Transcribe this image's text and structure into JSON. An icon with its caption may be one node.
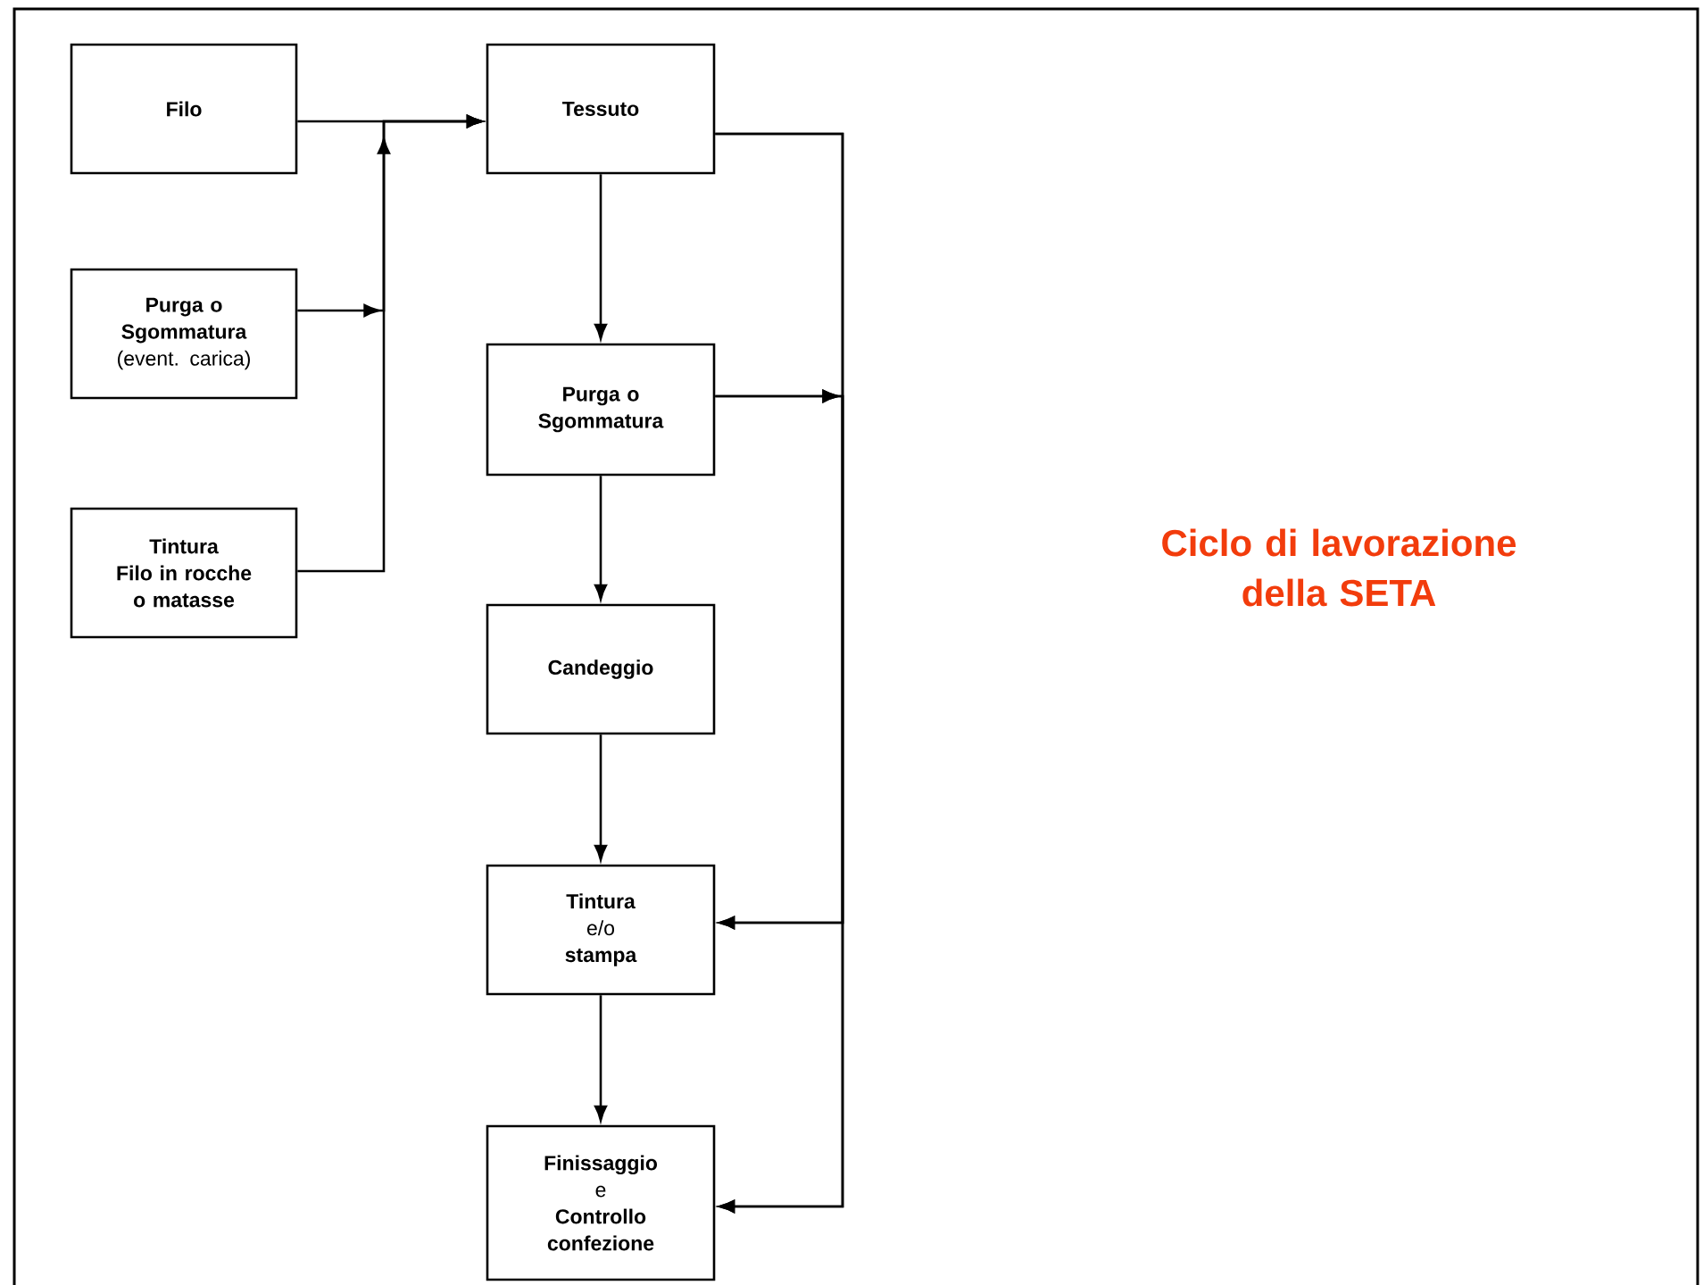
{
  "diagram": {
    "title": "Ciclo di lavorazione della SETA",
    "nodes": [
      {
        "text": [
          "Filo"
        ]
      },
      {
        "text": [
          "Purga o Sgommatura",
          "(event. carica)"
        ]
      },
      {
        "text": [
          "Tintura",
          "Filo in rocche o matasse"
        ]
      },
      {
        "text": [
          "Tessuto"
        ]
      },
      {
        "text": [
          "Purga o Sgommatura"
        ]
      },
      {
        "text": [
          "Candeggio"
        ]
      },
      {
        "text": [
          "Tintura",
          "e/o",
          "stampa"
        ]
      },
      {
        "text": [
          "Finissaggio",
          "e",
          "Controllo confezione"
        ]
      }
    ],
    "edges": [
      {
        "from": 0,
        "to": 3,
        "arrow": "to"
      },
      {
        "from": 1,
        "to": 3,
        "arrow": "to"
      },
      {
        "from": 2,
        "to": 3,
        "arrow": "to"
      },
      {
        "from": 3,
        "to": 4,
        "arrow": "to"
      },
      {
        "from": 4,
        "to": 5,
        "arrow": "to"
      },
      {
        "from": 5,
        "to": 6,
        "arrow": "to"
      },
      {
        "from": 6,
        "to": 7,
        "arrow": "to"
      },
      {
        "from": 3,
        "to": 6,
        "arrow": "to"
      },
      {
        "from": 3,
        "to": 7,
        "arrow": "to"
      },
      {
        "from": 4,
        "to": 6,
        "arrow": "to"
      },
      {
        "from": 4,
        "to": 7,
        "arrow": "to"
      }
    ]
  }
}
